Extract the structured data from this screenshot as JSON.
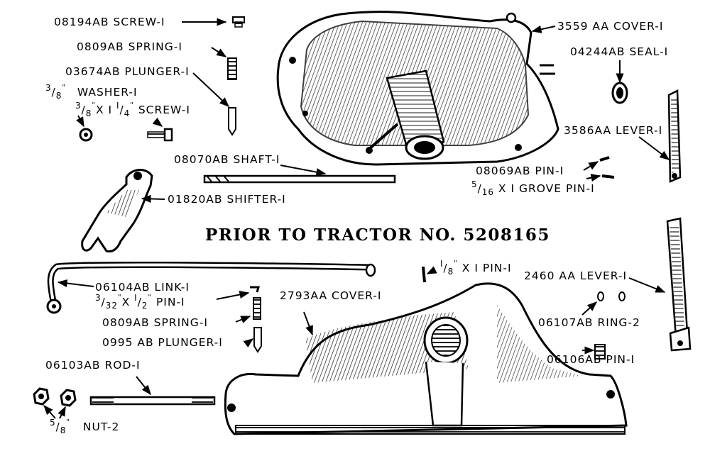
{
  "heading": "PRIOR TO TRACTOR NO. 5208165",
  "labels": {
    "screw_08194": "08194AB SCREW-I",
    "spring_0809_top": "0809AB SPRING-I",
    "plunger_03674": "03674AB PLUNGER-I",
    "washer_num": "3",
    "washer_den": "8",
    "washer_text": "WASHER-I",
    "screw_small_pre_num": "3",
    "screw_small_pre_den": "8",
    "screw_small_mid": "X I",
    "screw_small_num": "I",
    "screw_small_den": "4",
    "screw_small_text": "SCREW-I",
    "shaft_08070": "08070AB SHAFT-I",
    "shifter_01820": "01820AB SHIFTER-I",
    "cover_3559": "3559 AA COVER-I",
    "seal_04244": "04244AB SEAL-I",
    "lever_3586": "3586AA LEVER-I",
    "pin_08069": "08069AB PIN-I",
    "grove_num": "5",
    "grove_den": "16",
    "grove_text": "X I  GROVE PIN-I",
    "link_06104": "06104AB LINK-I",
    "pin_small_num": "3",
    "pin_small_den": "32",
    "pin_small_mid": "X",
    "pin_small_num2": "I",
    "pin_small_den2": "2",
    "pin_small_text": "PIN-I",
    "spring_0809_bottom": "0809AB SPRING-I",
    "plunger_0995": "0995 AB PLUNGER-I",
    "rod_06103": "06103AB ROD-I",
    "nut_num": "5",
    "nut_den": "8",
    "nut_text": "NUT-2",
    "cover_2793": "2793AA COVER-I",
    "pin_eighth_num": "I",
    "pin_eighth_den": "8",
    "pin_eighth_text": "X I  PIN-I",
    "lever_2460": "2460 AA LEVER-I",
    "ring_06107": "06107AB RING-2",
    "pin_06106": "06106AB PIN-I"
  }
}
